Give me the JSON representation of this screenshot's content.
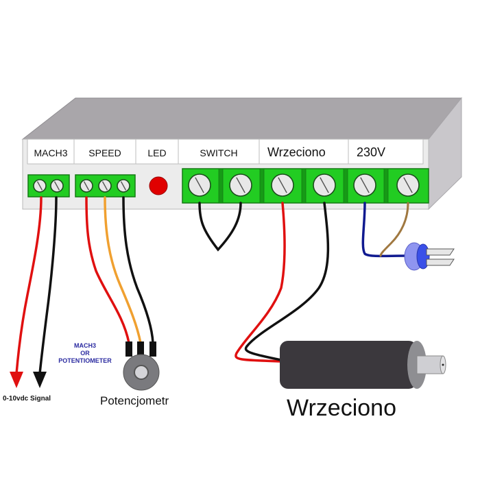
{
  "controller": {
    "header_labels": [
      "MACH3",
      "SPEED",
      "LED",
      "SWITCH",
      "Wrzeciono",
      "230V"
    ],
    "colors": {
      "top": "#a9a6aa",
      "side": "#c9c7cb",
      "front": "#ececec",
      "terminal_green": "#22cc22",
      "terminal_dark": "#169a16",
      "screw": "#e8e8e8",
      "led": "#e00000"
    }
  },
  "wires": {
    "mach3": [
      "red",
      "black"
    ],
    "speed": [
      "red",
      "orange",
      "black"
    ],
    "switch": [
      "black-loop"
    ],
    "wrzeciono": [
      "red",
      "black"
    ],
    "v230": [
      "blue",
      "brown"
    ],
    "colors": {
      "red": "#e01010",
      "black": "#111111",
      "orange": "#f0a030",
      "blue": "#101a90",
      "brown": "#a07840"
    }
  },
  "labels": {
    "signal": "0-10vdc Signal",
    "mach3_or": [
      "MACH3",
      "OR",
      "POTENTIOMETER"
    ],
    "potentiometer": "Potencjometr",
    "spindle": "Wrzeciono"
  },
  "annotation_color": "#2a2aa0"
}
